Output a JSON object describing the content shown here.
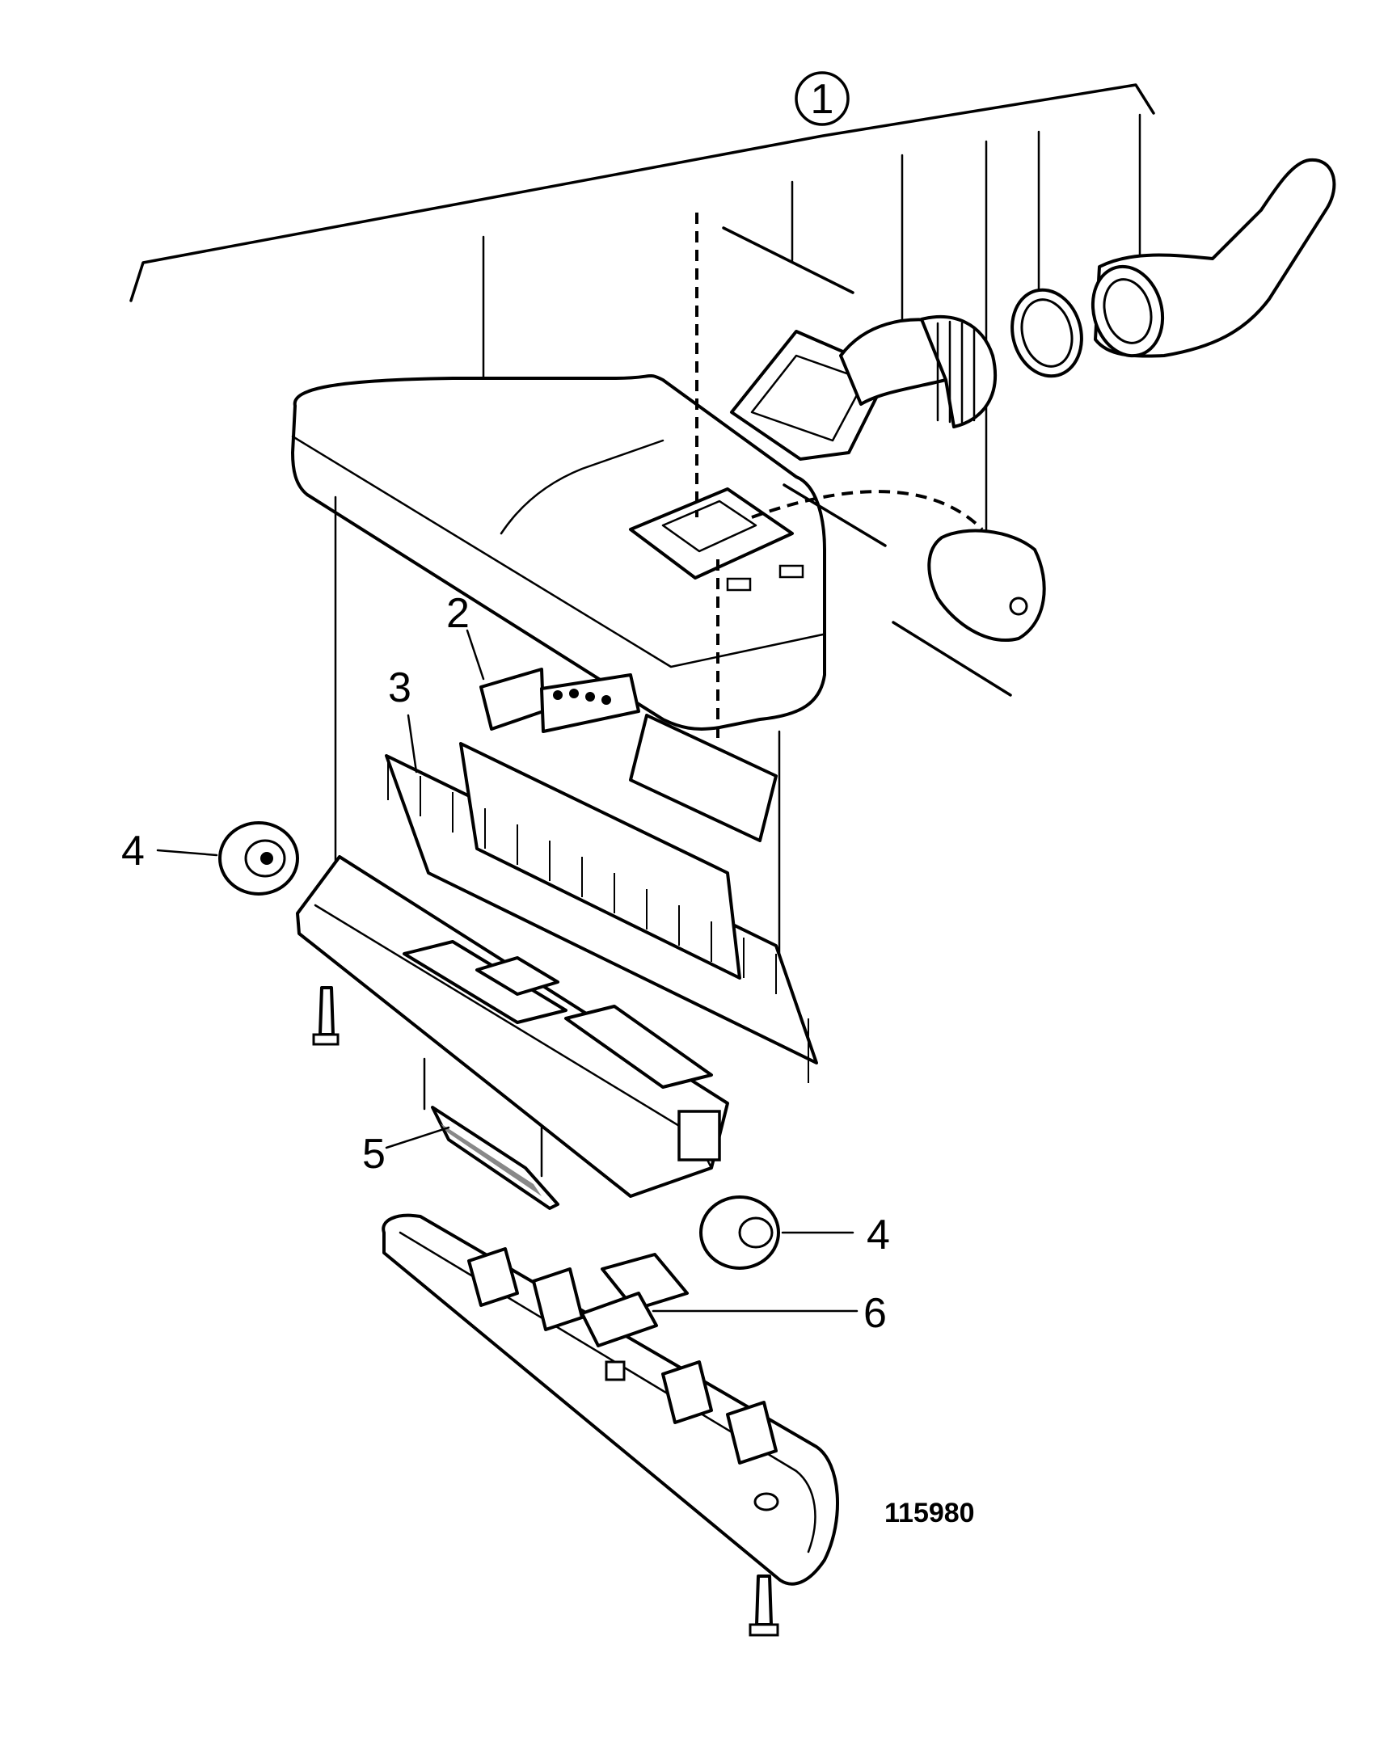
{
  "callouts": [
    {
      "id": "1",
      "label": "1"
    },
    {
      "id": "2",
      "label": "2"
    },
    {
      "id": "3",
      "label": "3"
    },
    {
      "id": "4a",
      "label": "4"
    },
    {
      "id": "4b",
      "label": "4"
    },
    {
      "id": "5",
      "label": "5"
    },
    {
      "id": "6",
      "label": "6"
    }
  ],
  "drawing_number": "115980"
}
